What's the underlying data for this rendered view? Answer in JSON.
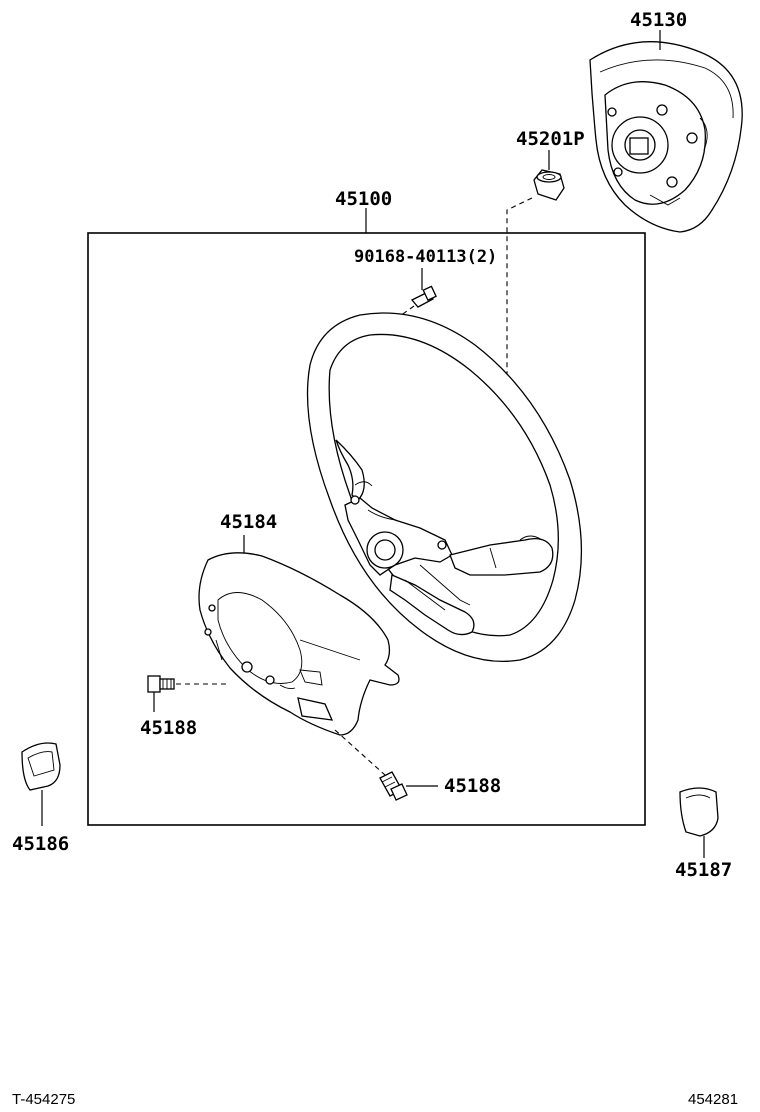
{
  "labels": {
    "p45130": "45130",
    "p45201p": "45201P",
    "p45100": "45100",
    "p90168": "90168-40113(2)",
    "p45184": "45184",
    "p45188_left": "45188",
    "p45188_right": "45188",
    "p45186": "45186",
    "p45187": "45187"
  },
  "footer": {
    "left_code": "T-454275",
    "right_code": "454281"
  }
}
